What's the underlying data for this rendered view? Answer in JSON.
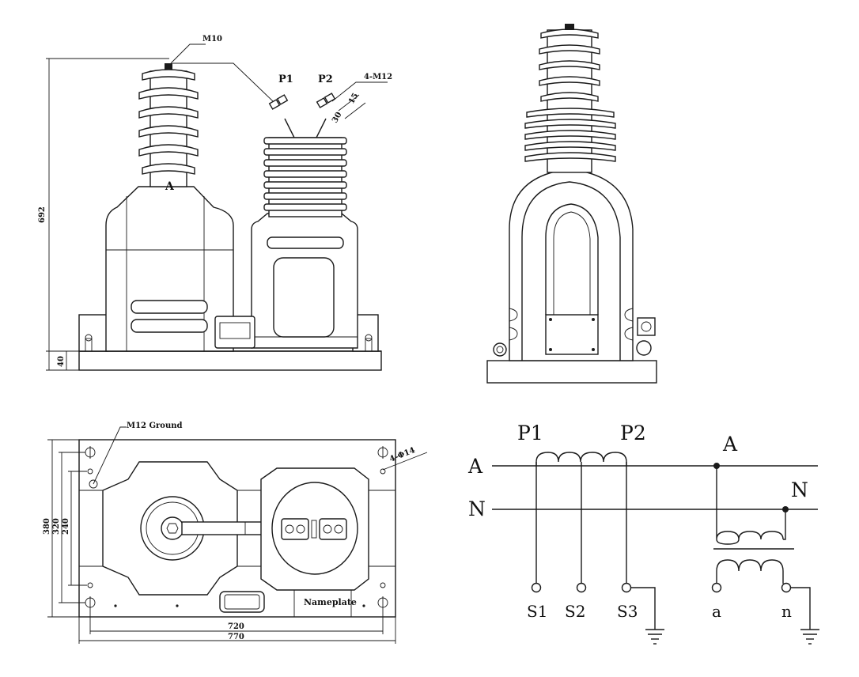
{
  "front_view": {
    "callout_m10": "M10",
    "callout_4m12": "4-M12",
    "label_p1": "P1",
    "label_p2": "P2",
    "label_a": "A",
    "dim_height": "692",
    "dim_base": "40",
    "dim_30": "30",
    "dim_15": "15"
  },
  "top_view": {
    "callout_ground": "M12 Ground",
    "callout_holes": "4-Φ14",
    "nameplate": "Nameplate",
    "dim_380": "380",
    "dim_320": "320",
    "dim_240": "240",
    "dim_720": "720",
    "dim_770": "770"
  },
  "schematic": {
    "primary_p1": "P1",
    "primary_p2": "P2",
    "line_a": "A",
    "line_n": "N",
    "node_a": "A",
    "node_n": "N",
    "secondary_s1": "S1",
    "secondary_s2": "S2",
    "secondary_s3": "S3",
    "secondary_a": "a",
    "secondary_n": "n"
  }
}
